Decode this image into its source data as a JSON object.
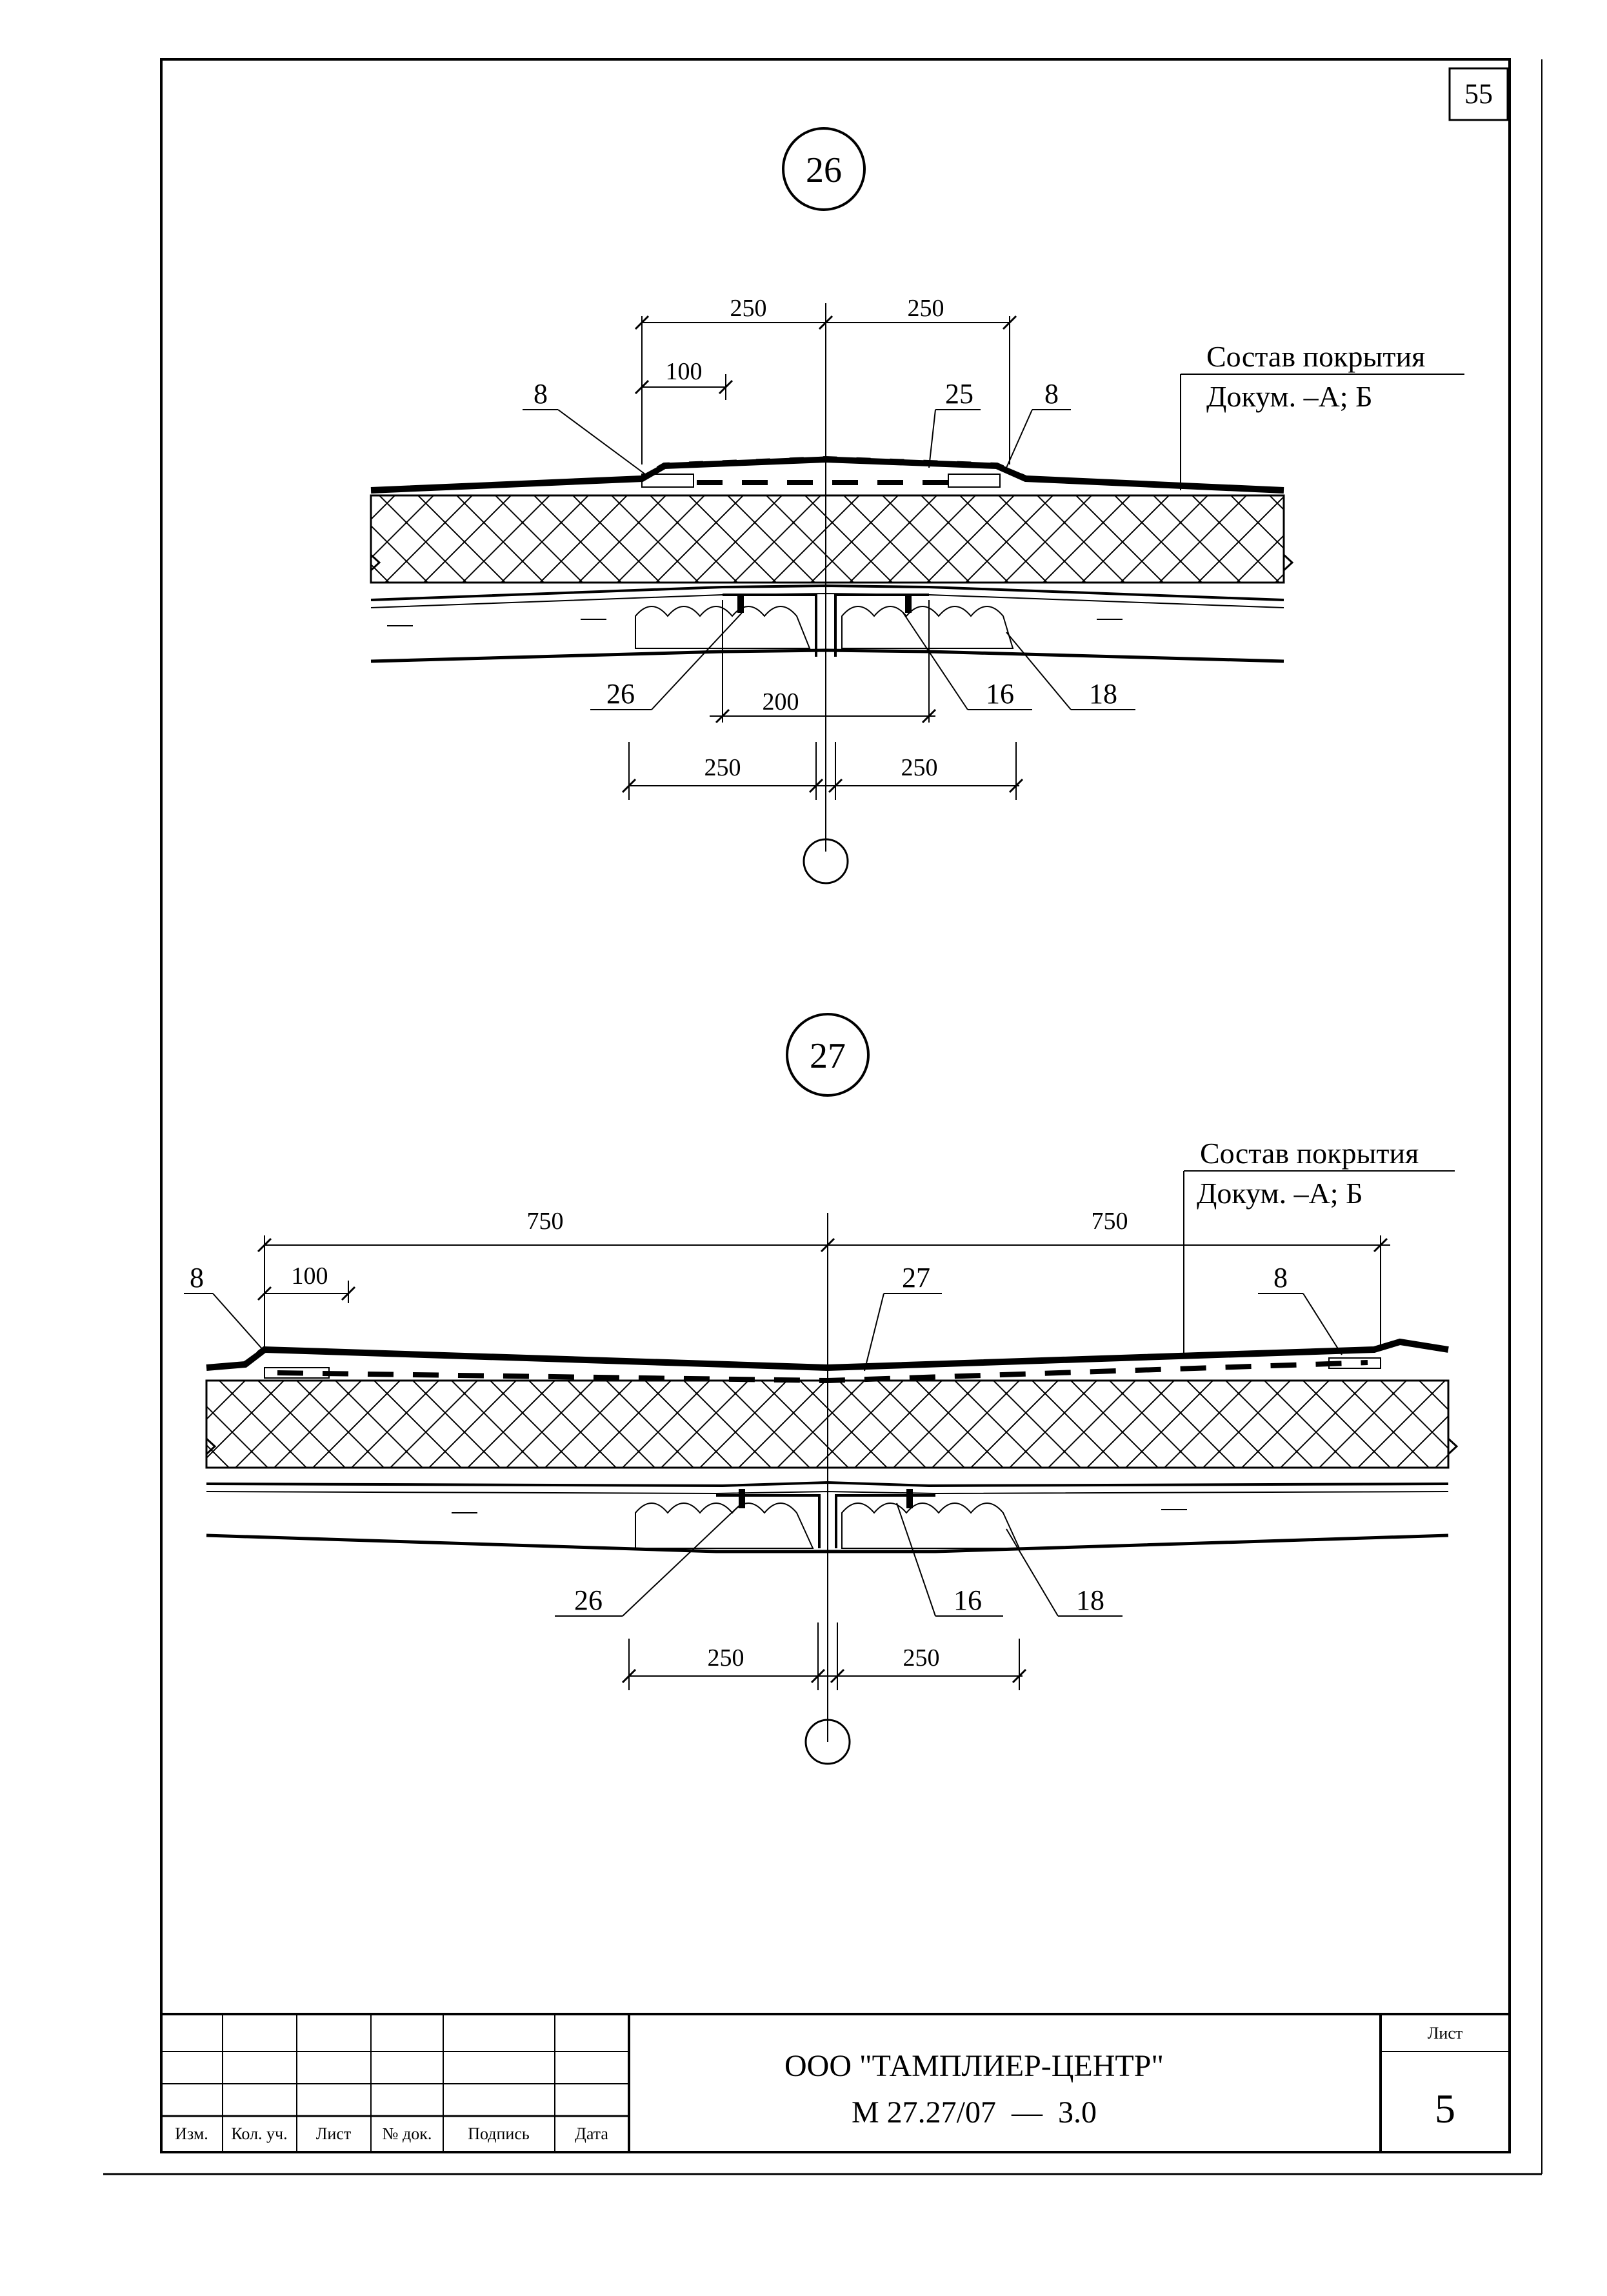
{
  "sheet": {
    "corner_number": "55"
  },
  "detail26": {
    "title": "26",
    "top_dims": [
      "250",
      "250",
      "100"
    ],
    "bottom_dims": [
      "200",
      "250",
      "250"
    ],
    "labels": {
      "left_8": "8",
      "l25": "25",
      "right_8": "8",
      "l26": "26",
      "l16": "16",
      "l18": "18"
    },
    "note_line1": "Состав покрытия",
    "note_line2": "Докум. –А; Б"
  },
  "detail27": {
    "title": "27",
    "top_dims": [
      "750",
      "750",
      "100"
    ],
    "bottom_dims": [
      "250",
      "250"
    ],
    "labels": {
      "left_8": "8",
      "l27": "27",
      "right_8": "8",
      "l26": "26",
      "l16": "16",
      "l18": "18"
    },
    "note_line1": "Состав покрытия",
    "note_line2": "Докум. –А; Б"
  },
  "title_block": {
    "columns": [
      "Изм.",
      "Кол. уч.",
      "Лист",
      "№ док.",
      "Подпись",
      "Дата"
    ],
    "company": "ООО \"ТАМПЛИЕР-ЦЕНТР\"",
    "doc_code": "М 27.27/07  —  3.0",
    "sheet_label": "Лист",
    "sheet_number": "5"
  }
}
